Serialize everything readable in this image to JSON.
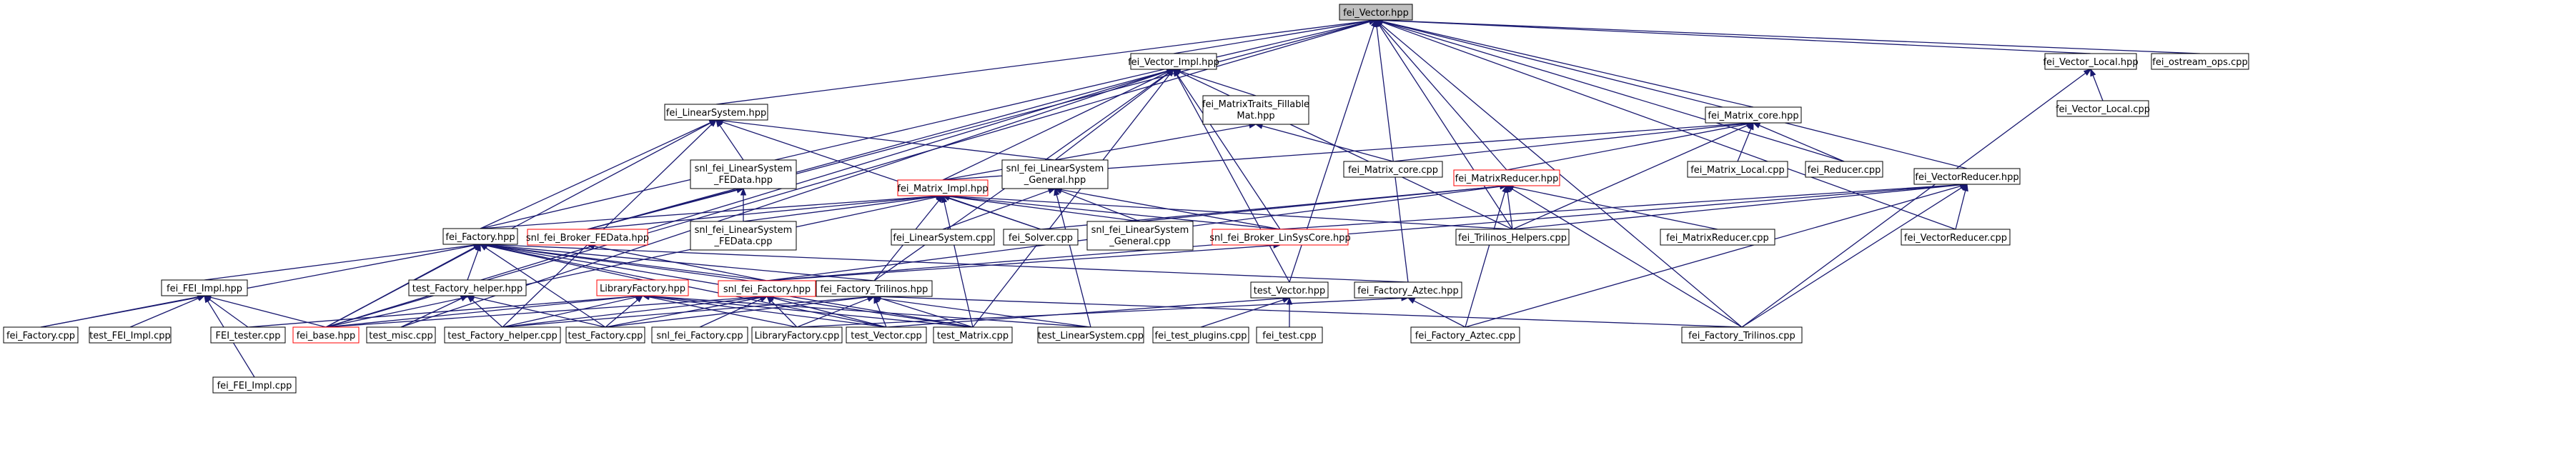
{
  "nodes": {
    "fei_vector_hpp": "fei_Vector.hpp",
    "fei_vector_impl_hpp": "fei_Vector_Impl.hpp",
    "fei_vector_local_hpp": "fei_Vector_Local.hpp",
    "fei_ostream_ops_cpp": "fei_ostream_ops.cpp",
    "fei_vector_local_cpp": "fei_Vector_Local.cpp",
    "fei_linearsystem_hpp": "fei_LinearSystem.hpp",
    "fei_matrixtraits_l1": "fei_MatrixTraits_Fillable",
    "fei_matrixtraits_l2": "Mat.hpp",
    "fei_matrix_core_hpp": "fei_Matrix_core.hpp",
    "snl_lsfedata_hpp_l1": "snl_fei_LinearSystem",
    "snl_lsfedata_hpp_l2": "_FEData.hpp",
    "snl_lsgeneral_hpp_l1": "snl_fei_LinearSystem",
    "snl_lsgeneral_hpp_l2": "_General.hpp",
    "fei_matrix_core_cpp": "fei_Matrix_core.cpp",
    "fei_matrix_local_cpp": "fei_Matrix_Local.cpp",
    "fei_reducer_cpp": "fei_Reducer.cpp",
    "fei_vectorreducer_hpp": "fei_VectorReducer.hpp",
    "fei_matrix_impl_hpp": "fei_Matrix_Impl.hpp",
    "fei_matrixreducer_hpp": "fei_MatrixReducer.hpp",
    "fei_factory_hpp": "fei_Factory.hpp",
    "snl_brokerfedata_hpp": "snl_fei_Broker_FEData.hpp",
    "snl_lsfedata_cpp_l1": "snl_fei_LinearSystem",
    "snl_lsfedata_cpp_l2": "_FEData.cpp",
    "fei_linearsystem_cpp": "fei_LinearSystem.cpp",
    "fei_solver_cpp": "fei_Solver.cpp",
    "snl_lsgeneral_cpp_l1": "snl_fei_LinearSystem",
    "snl_lsgeneral_cpp_l2": "_General.cpp",
    "snl_brokerlinsyscore_hpp": "snl_fei_Broker_LinSysCore.hpp",
    "fei_trilinos_helpers_cpp": "fei_Trilinos_Helpers.cpp",
    "fei_matrixreducer_cpp": "fei_MatrixReducer.cpp",
    "fei_vectorreducer_cpp": "fei_VectorReducer.cpp",
    "fei_fei_impl_hpp": "fei_FEI_Impl.hpp",
    "test_factory_helper_hpp": "test_Factory_helper.hpp",
    "libraryfactory_hpp": "LibraryFactory.hpp",
    "snl_fei_factory_hpp": "snl_fei_Factory.hpp",
    "fei_factory_trilinos_hpp": "fei_Factory_Trilinos.hpp",
    "test_vector_hpp": "test_Vector.hpp",
    "fei_factory_aztec_hpp": "fei_Factory_Aztec.hpp",
    "fei_factory_cpp": "fei_Factory.cpp",
    "test_fei_impl_cpp": "test_FEI_Impl.cpp",
    "fei_tester_cpp": "FEI_tester.cpp",
    "fei_base_hpp": "fei_base.hpp",
    "test_misc_cpp": "test_misc.cpp",
    "test_factory_helper_cpp": "test_Factory_helper.cpp",
    "test_factory_cpp": "test_Factory.cpp",
    "snl_fei_factory_cpp": "snl_fei_Factory.cpp",
    "libraryfactory_cpp": "LibraryFactory.cpp",
    "test_vector_cpp": "test_Vector.cpp",
    "test_matrix_cpp": "test_Matrix.cpp",
    "test_linearsystem_cpp": "test_LinearSystem.cpp",
    "fei_test_plugins_cpp": "fei_test_plugins.cpp",
    "fei_test_cpp": "fei_test.cpp",
    "fei_factory_aztec_cpp": "fei_Factory_Aztec.cpp",
    "fei_factory_trilinos_cpp": "fei_Factory_Trilinos.cpp",
    "fei_fei_impl_cpp": "fei_FEI_Impl.cpp"
  }
}
